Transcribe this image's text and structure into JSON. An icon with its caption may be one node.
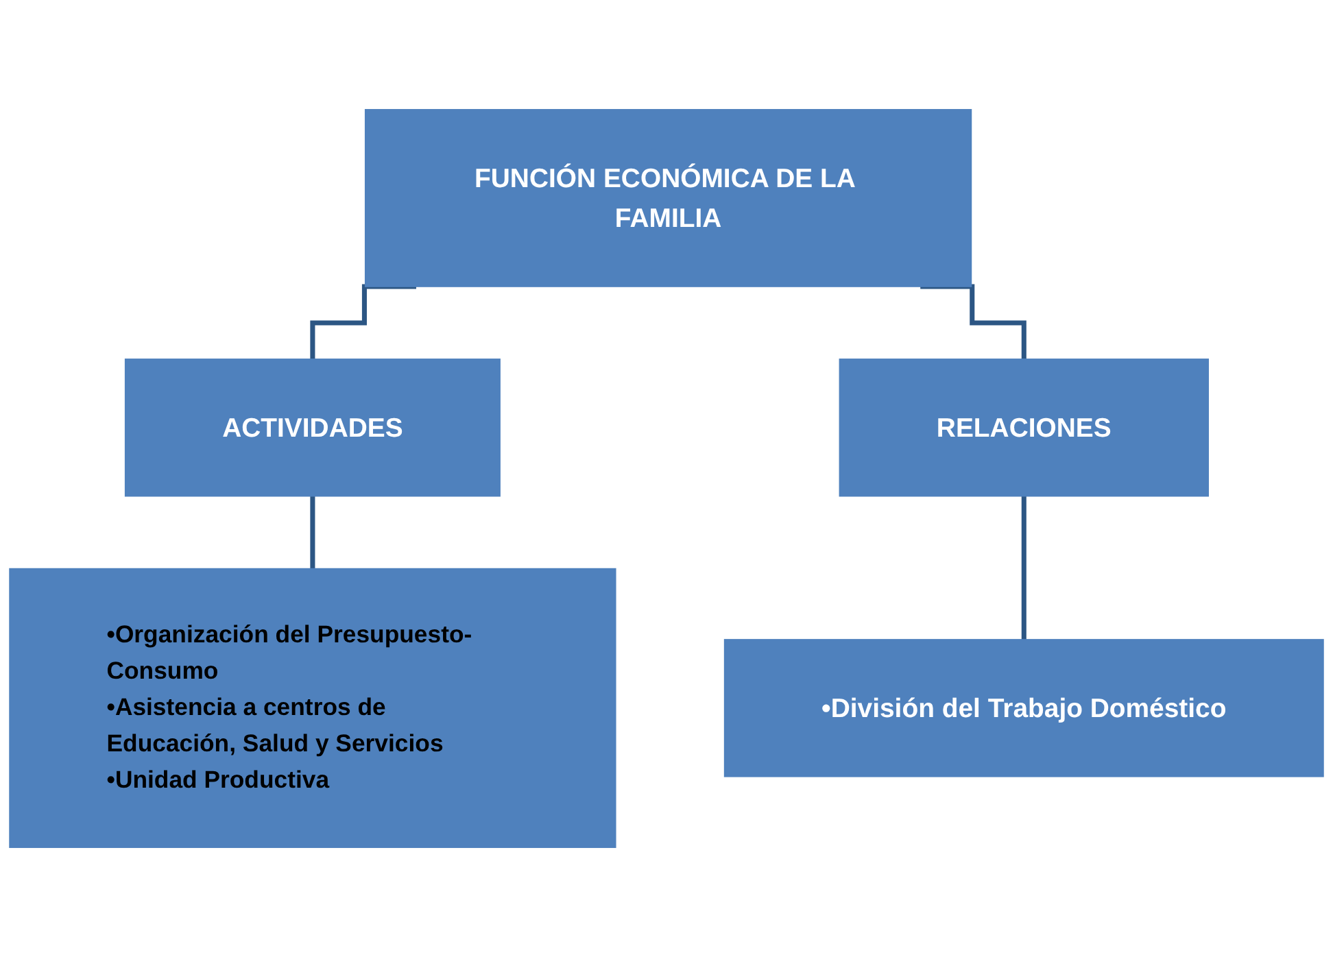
{
  "diagram": {
    "nodes": [
      {
        "text": [
          "FUNCIÓN ECONÓMICA DE LA FAMILIA"
        ]
      },
      {
        "text": [
          "ACTIVIDADES"
        ]
      },
      {
        "text": [
          "RELACIONES"
        ]
      },
      {
        "text": [
          "•Organización del Presupuesto-Consumo",
          "•Asistencia a centros de Educación, Salud y Servicios",
          "•Unidad Productiva"
        ]
      },
      {
        "text": [
          "•División del Trabajo Doméstico"
        ]
      }
    ],
    "edges": [
      {
        "from": 0,
        "to": 1,
        "arrow": "none"
      },
      {
        "from": 0,
        "to": 2,
        "arrow": "none"
      },
      {
        "from": 1,
        "to": 3,
        "arrow": "none"
      },
      {
        "from": 2,
        "to": 4,
        "arrow": "none"
      }
    ]
  }
}
